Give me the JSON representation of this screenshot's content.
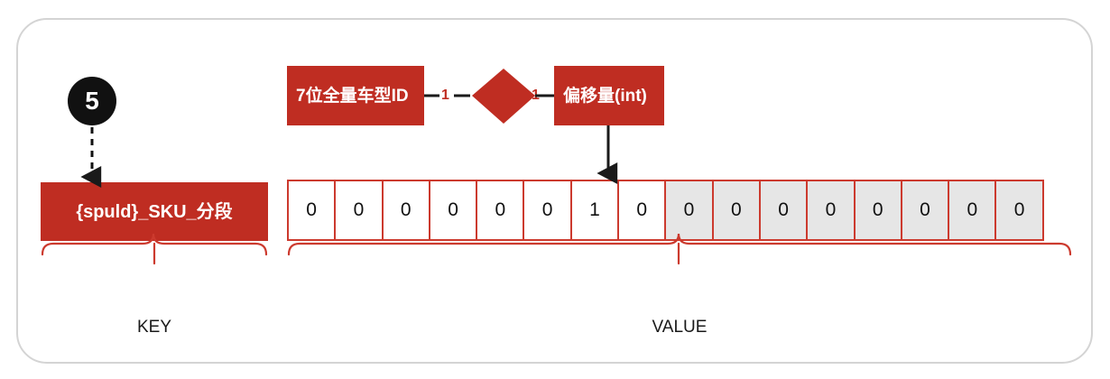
{
  "frame": {
    "border_color": "#d4d4d4"
  },
  "colors": {
    "brand_red": "#bf2d22",
    "cell_border_red": "#cc3a2e",
    "shaded_cell": "#e6e6e6",
    "badge_black": "#111111",
    "connector_black": "#1a1a1a"
  },
  "badge": {
    "number": "5"
  },
  "entities": [
    {
      "id": "model-id",
      "label": "7位全量车型ID"
    },
    {
      "id": "offset",
      "label": "偏移量(int)"
    }
  ],
  "relationship": {
    "shape": "diamond",
    "left_cardinality": "1",
    "right_cardinality": "1"
  },
  "key_box": {
    "label": "{spuld}_SKU_分段"
  },
  "bit_grid": {
    "total_cells": 16,
    "cells": [
      {
        "value": "0",
        "shaded": false
      },
      {
        "value": "0",
        "shaded": false
      },
      {
        "value": "0",
        "shaded": false
      },
      {
        "value": "0",
        "shaded": false
      },
      {
        "value": "0",
        "shaded": false
      },
      {
        "value": "0",
        "shaded": false
      },
      {
        "value": "1",
        "shaded": false
      },
      {
        "value": "0",
        "shaded": false
      },
      {
        "value": "0",
        "shaded": true
      },
      {
        "value": "0",
        "shaded": true
      },
      {
        "value": "0",
        "shaded": true
      },
      {
        "value": "0",
        "shaded": true
      },
      {
        "value": "0",
        "shaded": true
      },
      {
        "value": "0",
        "shaded": true
      },
      {
        "value": "0",
        "shaded": true
      },
      {
        "value": "0",
        "shaded": true
      }
    ],
    "highlighted_index": 6
  },
  "sections": {
    "key_label": "KEY",
    "value_label": "VALUE"
  }
}
